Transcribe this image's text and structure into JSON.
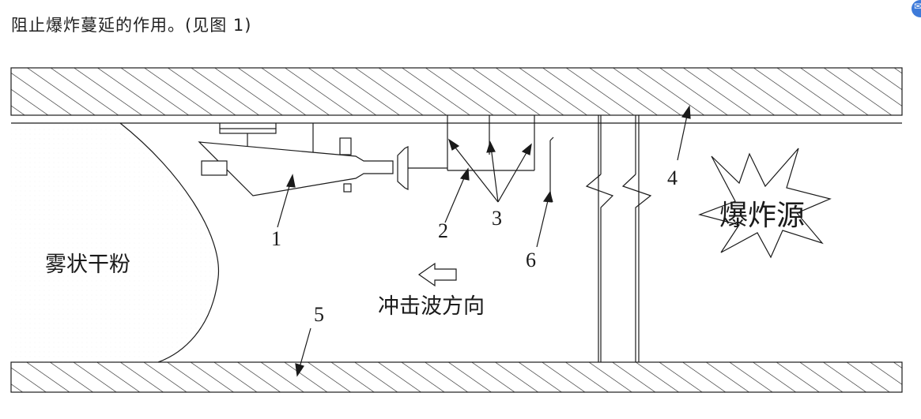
{
  "caption": "阻止爆炸蔓延的作用。(见图 1)",
  "corner_icon": "translate-icon",
  "labels": {
    "dust": "雾状干粉",
    "explosion_source": "爆炸源",
    "shock_wave_direction": "冲击波方向",
    "n1": "1",
    "n2": "2",
    "n3": "3",
    "n4": "4",
    "n5": "5",
    "n6": "6"
  },
  "colors": {
    "line": "#1a1a1a",
    "icon": "#3d7ad9"
  }
}
